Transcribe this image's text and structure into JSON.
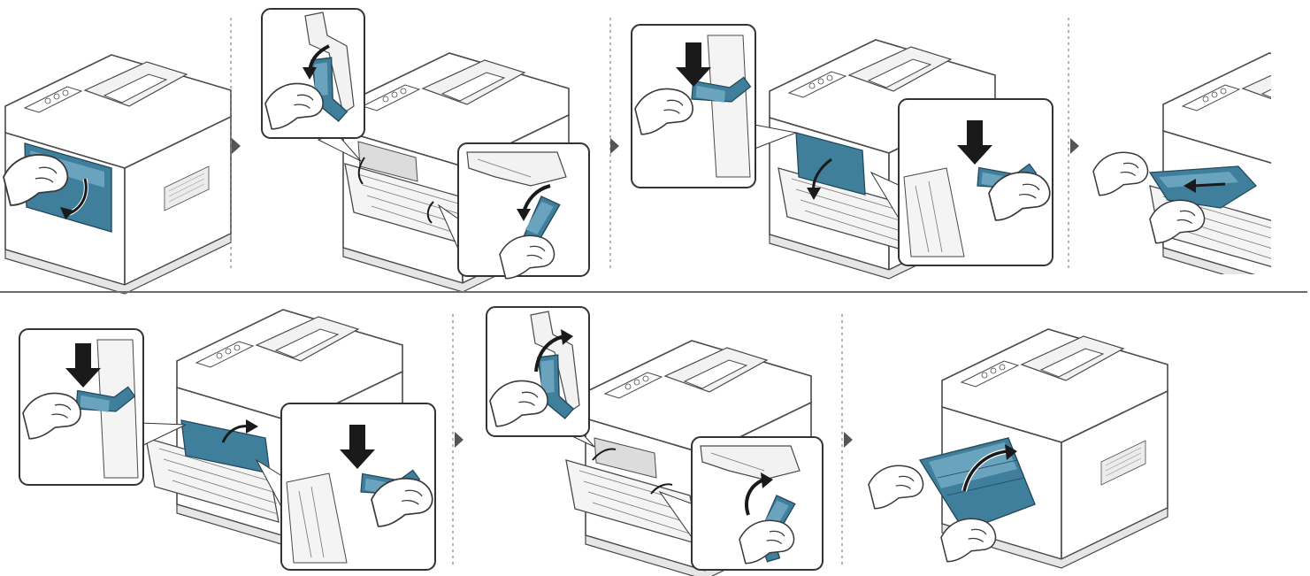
{
  "figure": {
    "rows": [
      {
        "steps": [
          {
            "illustration": "printer-rear-cover-open",
            "callouts": 0
          },
          {
            "illustration": "printer-fuser-levers-lower",
            "callouts": 2
          },
          {
            "illustration": "printer-fuser-unit-push-down",
            "callouts": 2
          },
          {
            "illustration": "printer-pull-jammed-paper",
            "callouts": 0
          }
        ]
      },
      {
        "steps": [
          {
            "illustration": "printer-fuser-unit-push-back",
            "callouts": 2
          },
          {
            "illustration": "printer-fuser-levers-raise",
            "callouts": 2
          },
          {
            "illustration": "printer-rear-cover-close",
            "callouts": 0
          }
        ]
      }
    ],
    "colors": {
      "line": "#4a4a4a",
      "printer_body": "#ffffff",
      "printer_shade": "#e6e6e6",
      "highlight": "#3f7f9b",
      "highlight_light": "#6aa3bd",
      "separator": "#6b6b6b",
      "step_arrow": "#555555",
      "callout_border": "#333333"
    },
    "icons": [
      "printer-icon",
      "hand-icon",
      "lever-icon",
      "curved-arrow-icon",
      "down-arrow-icon",
      "jammed-paper-icon",
      "step-arrow-icon"
    ]
  }
}
